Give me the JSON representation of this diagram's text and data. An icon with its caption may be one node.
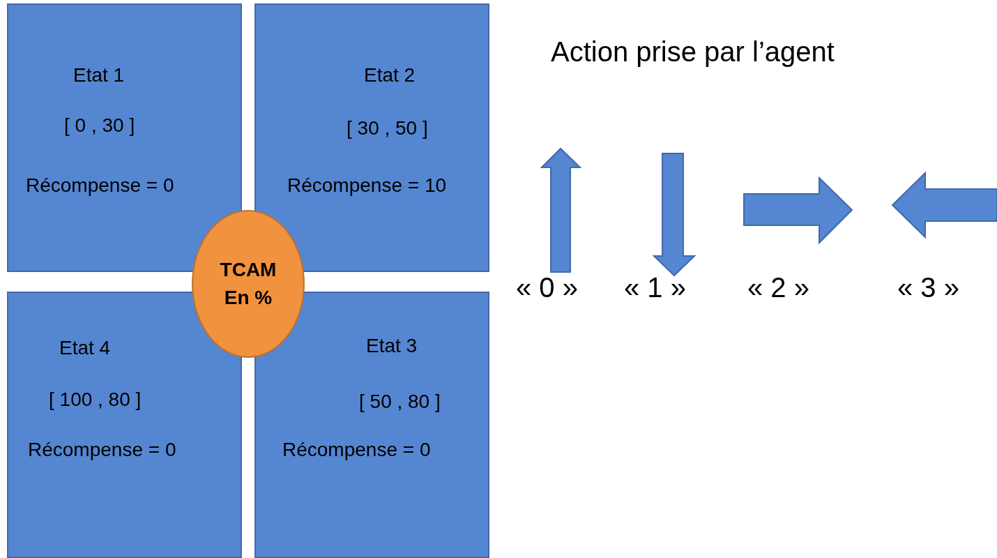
{
  "diagram": {
    "nodes": [
      {
        "text": [
          "Etat 1",
          "[ 0 , 30 ]",
          "Récompense = 0"
        ]
      },
      {
        "text": [
          "Etat 2",
          "[ 30 , 50 ]",
          "Récompense = 10"
        ]
      },
      {
        "text": [
          "TCAM En %"
        ]
      },
      {
        "text": [
          "Etat 4",
          "[ 100 , 80 ]",
          "Récompense = 0"
        ]
      },
      {
        "text": [
          "Etat 3",
          "[ 50 , 80 ]",
          "Récompense = 0"
        ]
      }
    ],
    "edges": [],
    "labels": [
      "Action prise par l’agent",
      "« 0 »",
      "« 1 »",
      "« 2 »",
      "« 3 »"
    ]
  }
}
